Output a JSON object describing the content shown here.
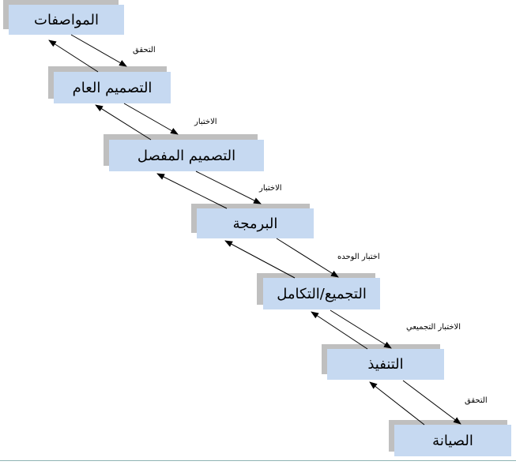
{
  "stages": [
    {
      "label": "المواصفات"
    },
    {
      "label": "التصميم العام"
    },
    {
      "label": "التصميم  المفصل"
    },
    {
      "label": "البرمجة"
    },
    {
      "label": "التجميع/التكامل"
    },
    {
      "label": "التنفيذ"
    },
    {
      "label": "الصيانة"
    }
  ],
  "transitions": [
    {
      "label": "التحقق"
    },
    {
      "label": "الاختبار"
    },
    {
      "label": "الاختبار"
    },
    {
      "label": "اختبار الوحده"
    },
    {
      "label": "الاختبار التجميعي"
    },
    {
      "label": "التحقق"
    }
  ],
  "colors": {
    "box_fill": "#c6d9f1",
    "shadow": "#bfbfbf",
    "arrow": "#000000"
  }
}
